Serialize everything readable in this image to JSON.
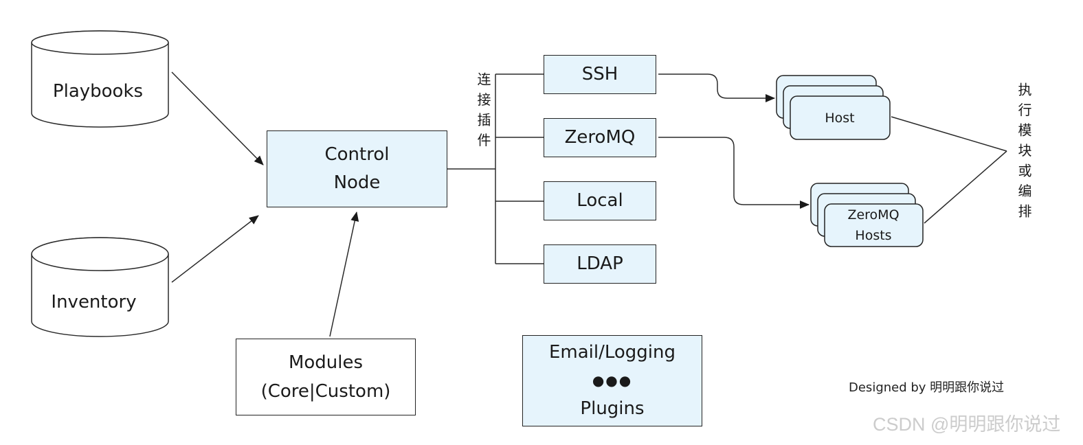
{
  "nodes": {
    "playbooks": {
      "label": "Playbooks"
    },
    "inventory": {
      "label": "Inventory"
    },
    "control_node": {
      "lines": [
        "Control",
        "Node"
      ]
    },
    "modules": {
      "lines": [
        "Modules",
        "(Core|Custom)"
      ]
    },
    "connection_plugins": {
      "label": "连接插件",
      "items": [
        "SSH",
        "ZeroMQ",
        "Local",
        "LDAP"
      ]
    },
    "other_plugins": {
      "lines": [
        "Email/Logging",
        "●●●",
        "Plugins"
      ]
    },
    "host": {
      "label": "Host"
    },
    "zeromq_hosts": {
      "lines": [
        "ZeroMQ",
        "Hosts"
      ]
    },
    "execution_label": "执行模块或编排"
  },
  "credit": "Designed by 明明跟你说过",
  "watermark": "CSDN @明明跟你说过",
  "colors": {
    "box_fill": "#e6f4fc",
    "stroke": "#222222",
    "line": "#2a2a2a",
    "text": "#1a1a1a",
    "watermark": "#cccccc"
  }
}
